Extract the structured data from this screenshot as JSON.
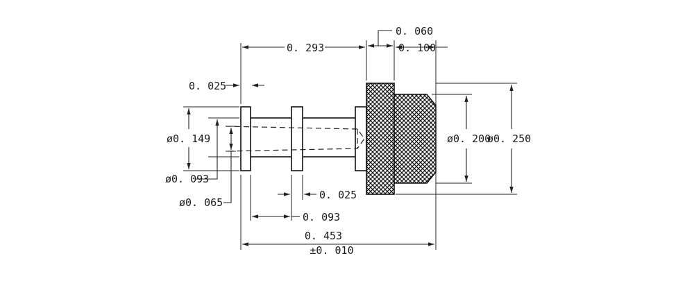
{
  "dimensions": {
    "d_0060": "0. 060",
    "d_0293": "0. 293",
    "d_0100": "0. 100",
    "d_0025_top": "0. 025",
    "dia_0149": "ø0. 149",
    "dia_0093": "ø0. 093",
    "dia_0065": "ø0. 065",
    "d_0025_bottom": "0. 025",
    "d_0093": "0. 093",
    "d_0453": "0. 453",
    "tol_0453": "±0. 010",
    "dia_0200": "ø0. 200",
    "dia_0250": "ø0. 250"
  },
  "colors": {
    "ink": "#111111",
    "paper": "#ffffff"
  }
}
